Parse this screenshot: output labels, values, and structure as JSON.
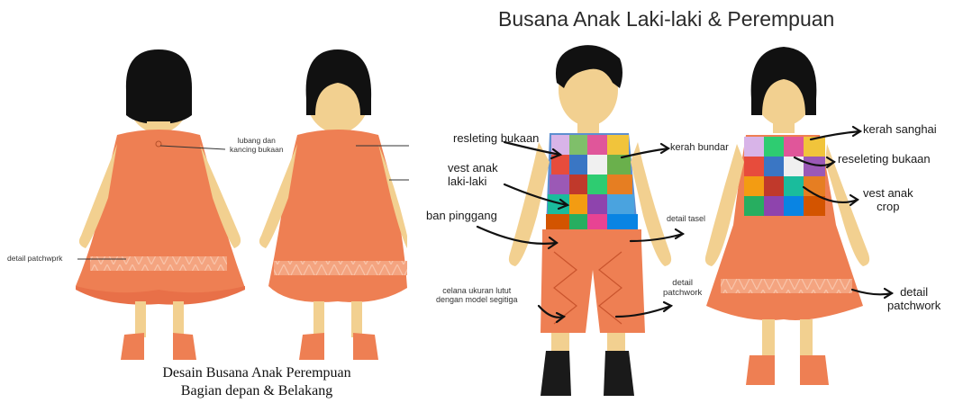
{
  "title": "Busana Anak Laki-laki & Perempuan",
  "left_panel": {
    "caption_line1": "Desain Busana Anak Perempuan",
    "caption_line2": "Bagian depan & Belakang",
    "label_button": "lubang dan\nkancing bukaan",
    "label_patch": "detail patchwprk"
  },
  "boy_labels": {
    "zipper": "resleting bukaan",
    "vest": "vest anak\nlaki-laki",
    "waist": "ban pinggang",
    "pants": "celana ukuran lutut\ndengan model segitiga",
    "collar": "kerah bundar",
    "tassel": "detail tasel",
    "patchwork": "detail\npatchwork"
  },
  "girl_labels": {
    "collar": "kerah  sanghai",
    "zipper": "reseleting bukaan",
    "vest": "vest anak\ncrop",
    "patchwork": "detail\npatchwork"
  },
  "colors": {
    "dress": "#ee7f53",
    "skin": "#f2d090",
    "hair": "#111111",
    "shoe": "#ee7f53",
    "boot": "#1a1a1a",
    "triangle": "#f6b89a"
  }
}
